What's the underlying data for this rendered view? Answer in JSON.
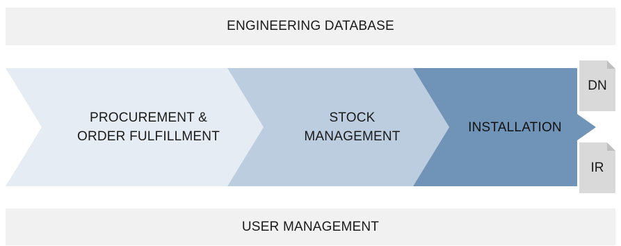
{
  "top_band": {
    "label": "ENGINEERING DATABASE"
  },
  "process": [
    {
      "line1": "PROCUREMENT &",
      "line2": "ORDER FULFILLMENT"
    },
    {
      "line1": "STOCK",
      "line2": "MANAGEMENT"
    },
    {
      "line1": "INSTALLATION"
    }
  ],
  "documents": [
    {
      "label": "DN"
    },
    {
      "label": "IR"
    }
  ],
  "bottom_band": {
    "label": "USER MANAGEMENT"
  },
  "colors": {
    "band": "#f1f1f1",
    "step1": "#e6ecf3",
    "step2": "#bccddf",
    "step3": "#7094b7",
    "document": "#d9d9d9"
  }
}
